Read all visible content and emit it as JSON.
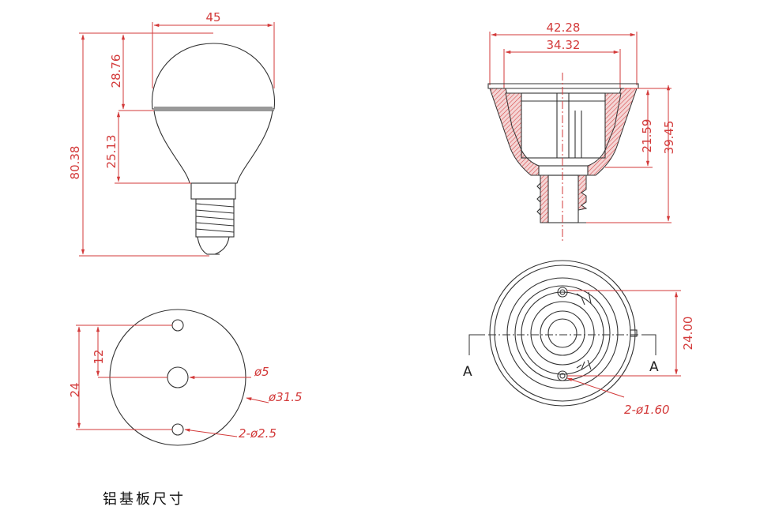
{
  "bulb_view": {
    "width_label": "45",
    "dome_height_label": "28.76",
    "total_height_label": "80.38",
    "body_height_label": "25.13"
  },
  "cup_section": {
    "outer_diameter_label": "42.28",
    "inner_diameter_label": "34.32",
    "inner_depth_label": "21.59",
    "total_depth_label": "39.45"
  },
  "cup_bottom_view": {
    "hole_spacing_label": "24.00",
    "holes_label": "2-ø1.60",
    "section_mark_left": "A",
    "section_mark_right": "A"
  },
  "aluminum_board": {
    "offset_label": "12",
    "hole_spacing_label": "24",
    "center_hole_label": "ø5",
    "board_diameter_label": "ø31.5",
    "mount_holes_label": "2-ø2.5",
    "caption": "铝基板尺寸"
  },
  "colors": {
    "dimension": "#d33a3a",
    "hatch": "#e06060",
    "outline": "#333333"
  }
}
